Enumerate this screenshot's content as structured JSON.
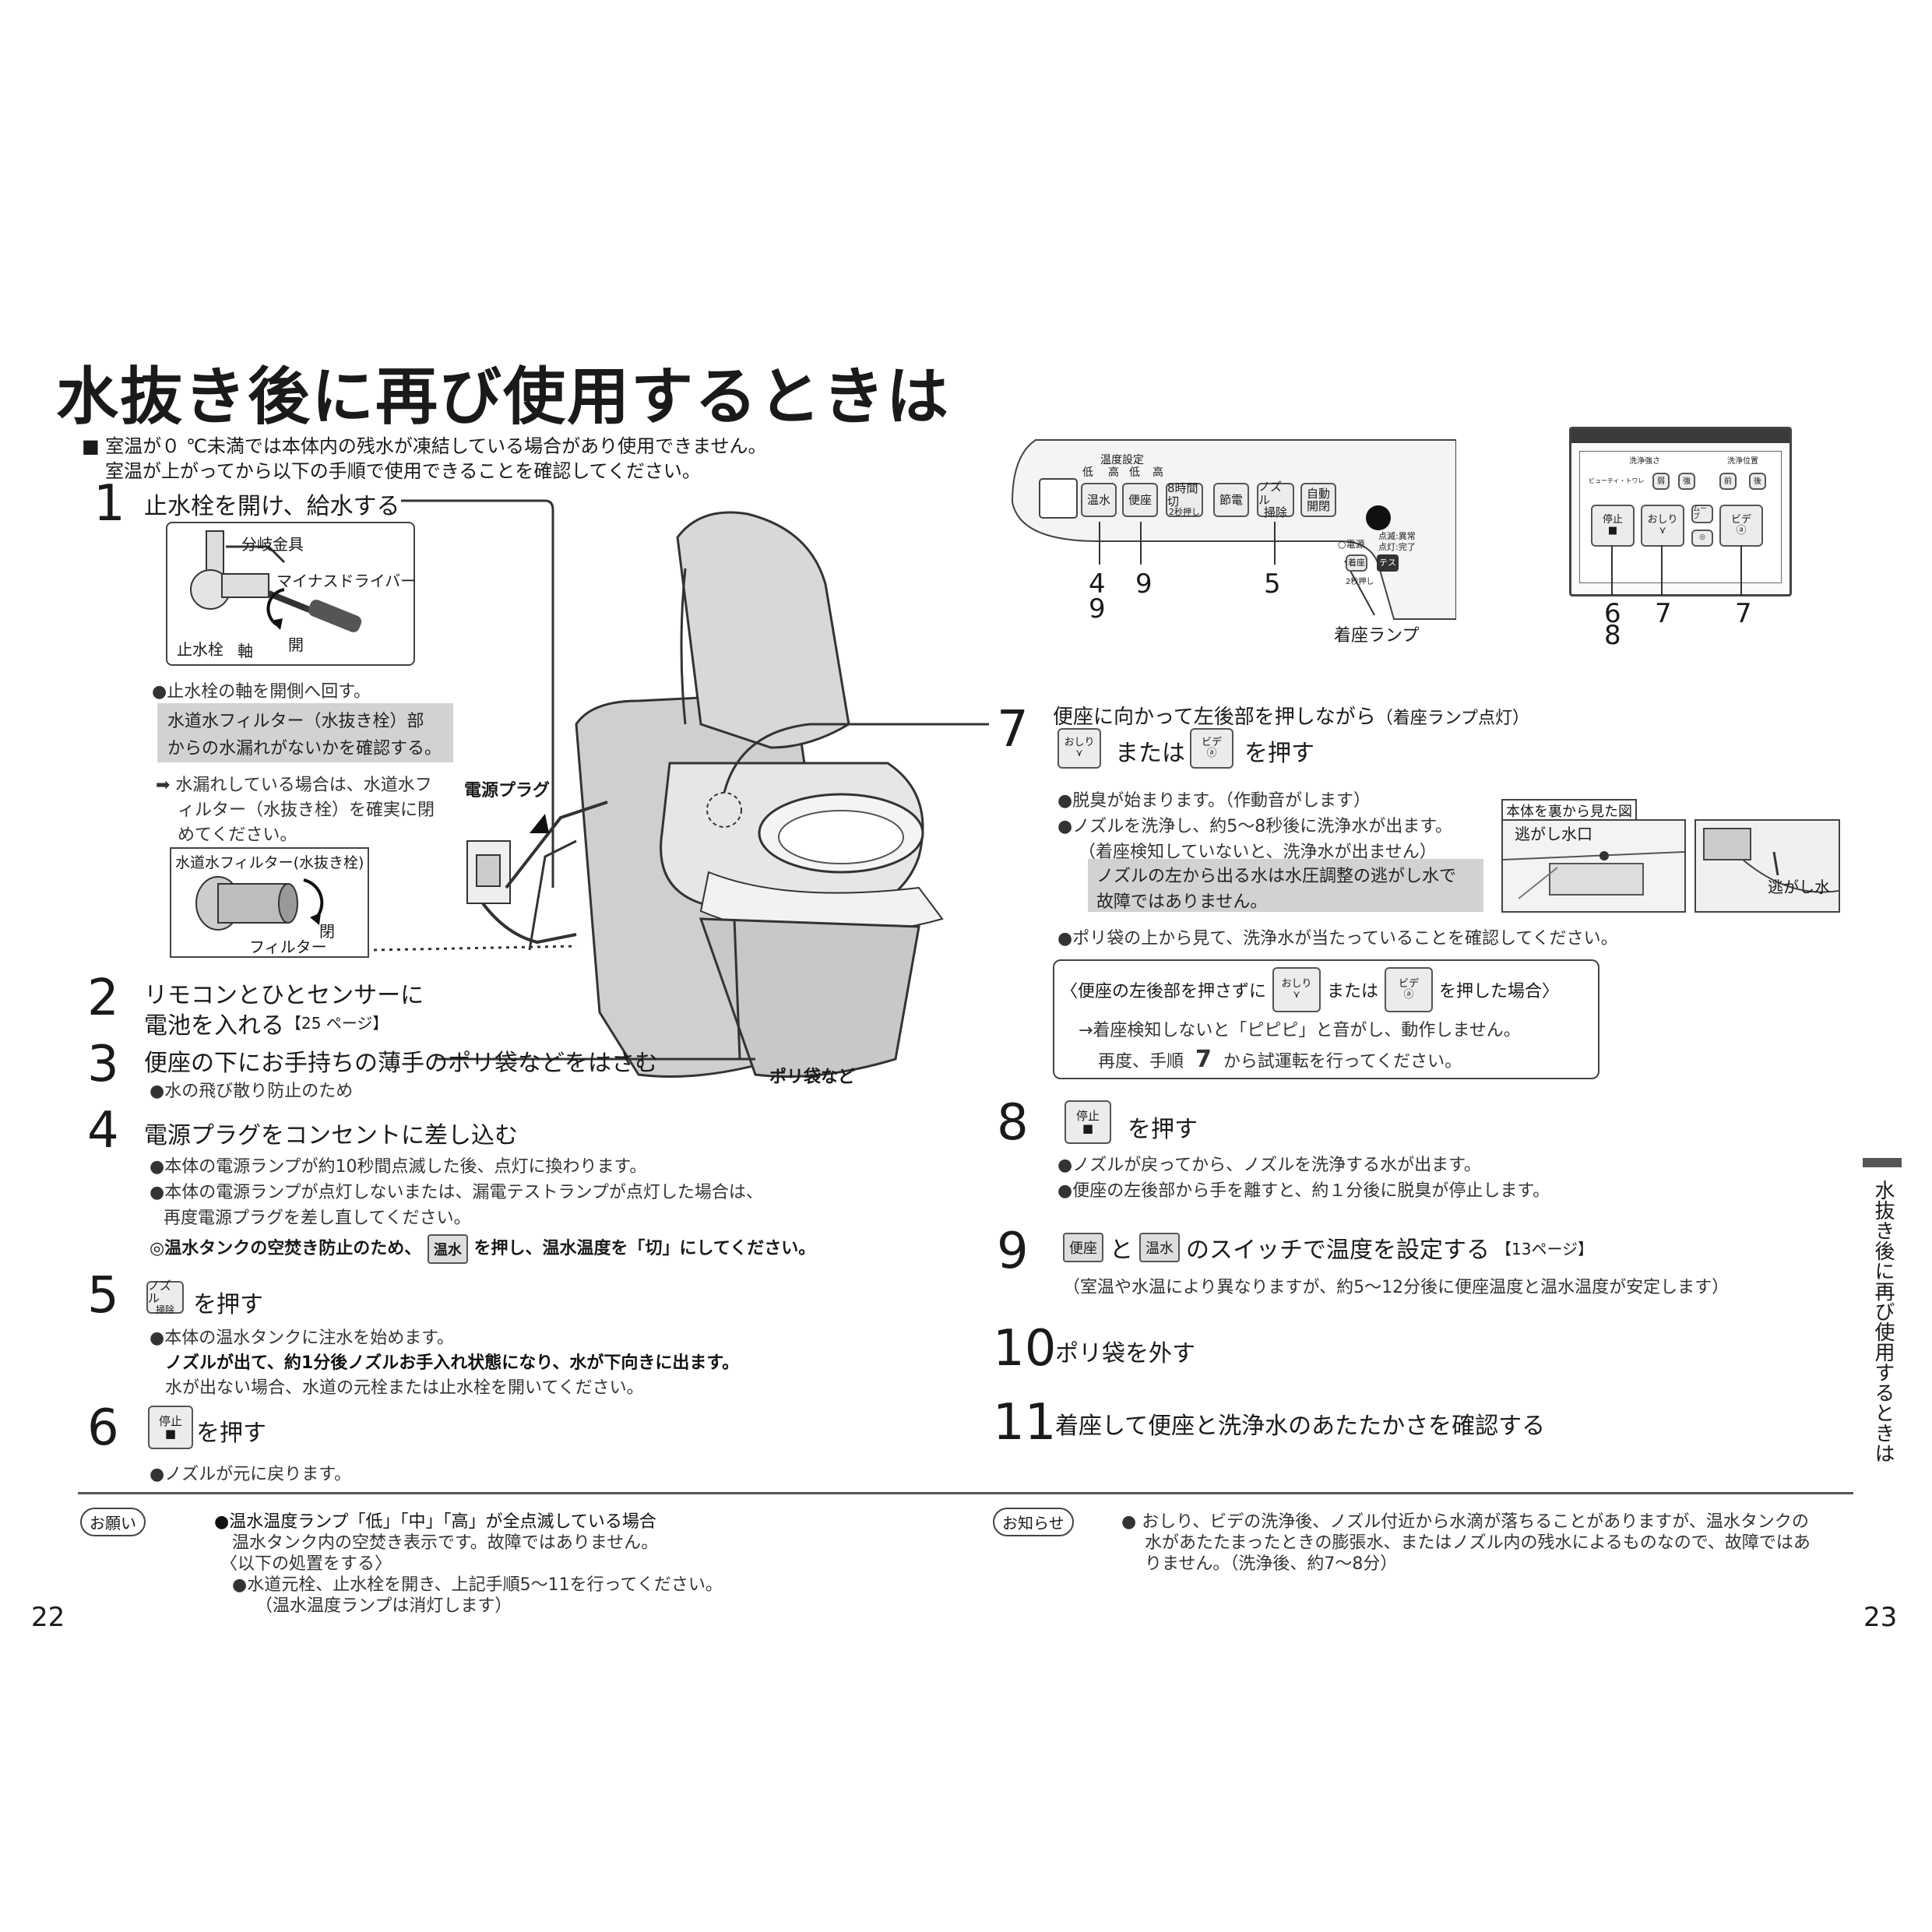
{
  "title": "水抜き後に再び使用するときは",
  "intro": {
    "line1": "■ 室温が０ ℃未満では本体内の残水が凍結している場合があり使用できません。",
    "line2": "室温が上がってから以下の手順で使用できることを確認してください。"
  },
  "fig_main": {
    "bunki": "分岐金具",
    "driver": "マイナスドライバー",
    "shisuisen": "止水栓",
    "jiku": "軸",
    "kai": "開",
    "dengen_plug": "電源プラグ",
    "filter_box_title": "水道水フィルター(水抜き栓)",
    "filter": "フィルター",
    "hei": "閉",
    "poli": "ポリ袋など"
  },
  "panel": {
    "temp_setting": "温度設定",
    "low1": "低",
    "high1": "高",
    "low2": "低",
    "high2": "高",
    "onsui": "温水",
    "benza": "便座",
    "eight_hours": "8時間切",
    "press2": "2秒押し",
    "setsuden": "節電",
    "nozzle": "ノズル",
    "seijo": "掃除",
    "jido": "自動",
    "kaihei": "開閉",
    "dengen": "○電源",
    "tentou": "点滅:異常",
    "tento2": "点灯:完了",
    "chakuza": "着座",
    "press2b": "2秒押し",
    "test": "テスト",
    "chakuza_lamp": "着座ランプ",
    "num_4": "4",
    "num_9a": "9",
    "num_9b": "9",
    "num_5": "5"
  },
  "remote": {
    "sensui_tsuyosa": "洗浄強さ",
    "sensui_ichi": "洗浄位置",
    "beauty": "ビューティ・トワレ",
    "jaku": "弱",
    "kyo": "強",
    "mae": "前",
    "ushiro": "後",
    "teishi": "停止",
    "oshiri": "おしり",
    "move": "ムーブ",
    "bide": "ビデ",
    "num_6": "6",
    "num_8": "8",
    "num_7a": "7",
    "num_7b": "7"
  },
  "step1": {
    "num": "1",
    "title": "止水栓を開け、給水する",
    "b1": "●止水栓の軸を開側へ回す。",
    "g1": "水道水フィルター（水抜き栓）部",
    "g2": "からの水漏れがないかを確認する。",
    "a1": "➡ 水漏れしている場合は、水道水フ",
    "a2": "ィルター（水抜き栓）を確実に閉",
    "a3": "めてください。"
  },
  "step2": {
    "num": "2",
    "title1": "リモコンとひとセンサーに",
    "title2": "電池を入れる",
    "ref": "【25 ページ】"
  },
  "step3": {
    "num": "3",
    "title": "便座の下にお手持ちの薄手のポリ袋などをはさむ",
    "b1": "●水の飛び散り防止のため"
  },
  "step4": {
    "num": "4",
    "title": "電源プラグをコンセントに差し込む",
    "b1": "●本体の電源ランプが約10秒間点滅した後、点灯に換わります。",
    "b2": "●本体の電源ランプが点灯しないまたは、漏電テストランプが点灯した場合は、",
    "b3": "再度電源プラグを差し直してください。",
    "warn_pre": "◎温水タンクの空焚き防止のため、",
    "warn_btn": "温水",
    "warn_post": "を押し、温水温度を「切」にしてください。"
  },
  "step5": {
    "num": "5",
    "btn1": "ノズル",
    "btn2": "掃除",
    "title": "を押す",
    "b1": "●本体の温水タンクに注水を始めます。",
    "b2": "ノズルが出て、約1分後ノズルお手入れ状態になり、水が下向きに出ます。",
    "b3": "水が出ない場合、水道の元栓または止水栓を開いてください。"
  },
  "step6": {
    "num": "6",
    "btn": "停止",
    "title": "を押す",
    "b1": "●ノズルが元に戻ります。"
  },
  "step7": {
    "num": "7",
    "title": "便座に向かって左後部を押しながら",
    "title_note": "（着座ランプ点灯）",
    "btn_a": "おしり",
    "or": "または",
    "btn_b": "ビデ",
    "press": "を押す",
    "b1": "●脱臭が始まります。（作動音がします）",
    "b2": "●ノズルを洗浄し、約5〜8秒後に洗浄水が出ます。",
    "b3": "（着座検知していないと、洗浄水が出ません）",
    "g1": "ノズルの左から出る水は水圧調整の逃がし水で",
    "g2": "故障ではありません。",
    "b4": "●ポリ袋の上から見て、洗浄水が当たっていることを確認してください。",
    "ura_title": "本体を裏から見た図",
    "nigashi_suiguchi": "逃がし水口",
    "nigashi_sui": "逃がし水",
    "box_pre": "〈便座の左後部を押さずに",
    "box_or": "または",
    "box_post": "を押した場合〉",
    "box_l1": "→着座検知しないと「ピピピ」と音がし、動作しません。",
    "box_l2_pre": "再度、手順",
    "box_l2_num": "7",
    "box_l2_post": "から試運転を行ってください。"
  },
  "step8": {
    "num": "8",
    "btn": "停止",
    "title": "を押す",
    "b1": "●ノズルが戻ってから、ノズルを洗浄する水が出ます。",
    "b2": "●便座の左後部から手を離すと、約１分後に脱臭が停止します。"
  },
  "step9": {
    "num": "9",
    "btn_a": "便座",
    "and": "と",
    "btn_b": "温水",
    "title": "のスイッチで温度を設定する",
    "ref": "【13ページ】",
    "note": "（室温や水温により異なりますが、約5〜12分後に便座温度と温水温度が安定します）"
  },
  "step10": {
    "num": "10",
    "title": "ポリ袋を外す"
  },
  "step11": {
    "num": "11",
    "title": "着座して便座と洗浄水のあたたかさを確認する"
  },
  "onegai": {
    "label": "お願い",
    "l1": "●温水温度ランプ「低」「中」「高」が全点滅している場合",
    "l2": "温水タンク内の空焚き表示です。故障ではありません。",
    "l3": "〈以下の処置をする〉",
    "l4": "●水道元栓、止水栓を開き、上記手順5〜11を行ってください。",
    "l5": "（温水温度ランプは消灯します）"
  },
  "oshirase": {
    "label": "お知らせ",
    "l1": "● おしり、ビデの洗浄後、ノズル付近から水滴が落ちることがありますが、温水タンクの",
    "l2": "水があたたまったときの膨張水、またはノズル内の残水によるものなので、故障ではあ",
    "l3": "りません。（洗浄後、約7〜8分）"
  },
  "side_tab": "水抜き後に再び使用するときは",
  "page_left": "22",
  "page_right": "23"
}
